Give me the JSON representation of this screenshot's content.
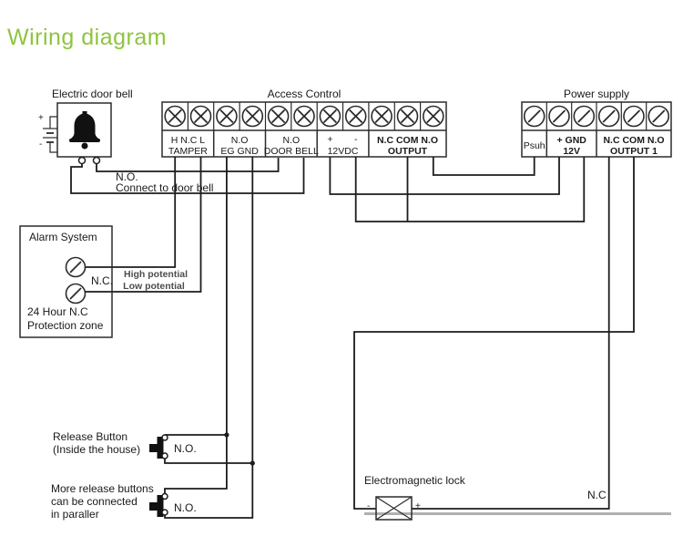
{
  "title": "Wiring diagram",
  "door_bell": {
    "label": "Electric door bell",
    "battery_plus": "+",
    "battery_minus": "-",
    "no_label": "N.O.",
    "connect_label": "Connect to door bell"
  },
  "access_control": {
    "label": "Access Control",
    "groups": [
      {
        "row1": "H N.C L",
        "row2": "TAMPER"
      },
      {
        "row1": "N.O",
        "row2": "EG GND"
      },
      {
        "row1": "N.O",
        "row2": "DOOR BELL"
      },
      {
        "row1_plus": "+",
        "row1_minus": "-",
        "row2": "12VDC"
      },
      {
        "row1": "N.C COM N.O",
        "row2": "OUTPUT"
      }
    ]
  },
  "power_supply": {
    "label": "Power supply",
    "groups": [
      {
        "row1": "Psuh"
      },
      {
        "row1": "+  GND",
        "row2": "12V"
      },
      {
        "row1": "N.C COM N.O",
        "row2": "OUTPUT 1"
      }
    ]
  },
  "alarm_system": {
    "label": "Alarm System",
    "nc_label": "N.C.",
    "zone_line1": "24 Hour N.C",
    "zone_line2": "Protection zone",
    "high_potential": "High potential",
    "low_potential": "Low potential"
  },
  "release_buttons": {
    "btn1_line1": "Release Button",
    "btn1_line2": "(Inside the house)",
    "btn1_no": "N.O.",
    "btn2_line1": "More release buttons",
    "btn2_line2": "can be connected",
    "btn2_line3": "in paraller",
    "btn2_no": "N.O."
  },
  "lock": {
    "label": "Electromagnetic lock",
    "minus": "-",
    "plus": "+",
    "nc_label": "N.C"
  },
  "colors": {
    "title_green": "#8fc43f",
    "wire_black": "#1c1c1c",
    "potential_gray": "#4d4d4d"
  }
}
